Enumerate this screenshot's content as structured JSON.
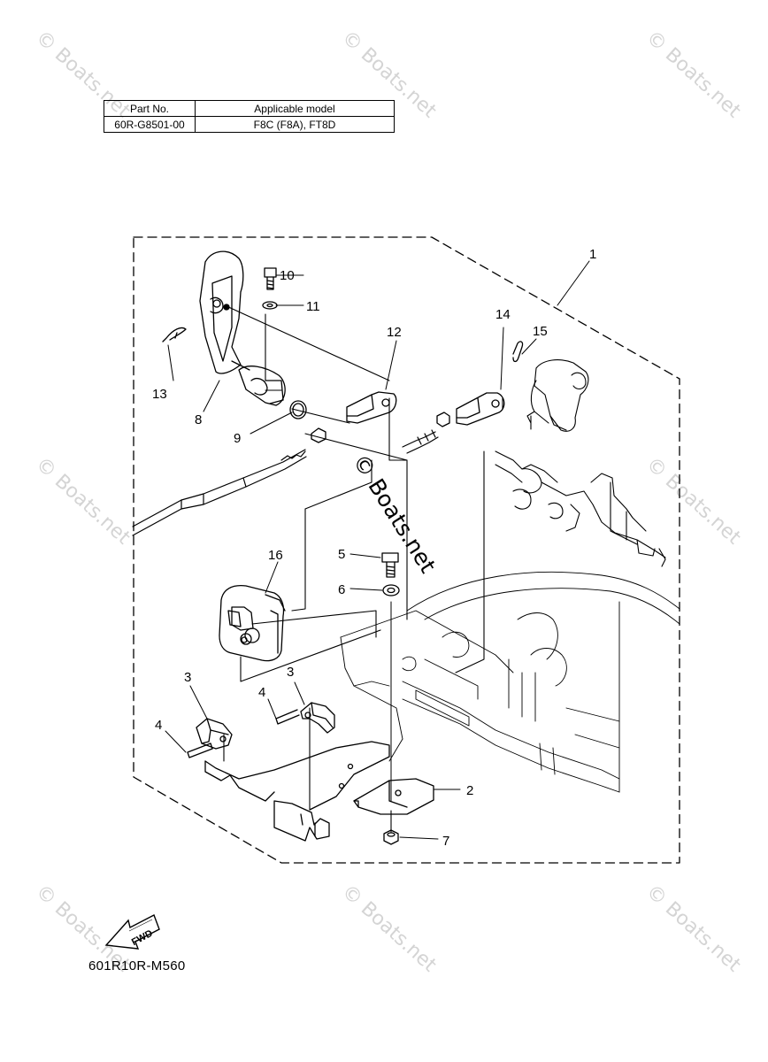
{
  "watermark": "© Boats.net",
  "center_watermark": "© Boats.net",
  "table": {
    "header": [
      "Part No.",
      "Applicable model"
    ],
    "row": [
      "60R-G8501-00",
      "F8C (F8A), FT8D"
    ]
  },
  "callouts": {
    "c1": "1",
    "c2": "2",
    "c3a": "3",
    "c3b": "3",
    "c4a": "4",
    "c4b": "4",
    "c5": "5",
    "c6": "6",
    "c7": "7",
    "c8": "8",
    "c9": "9",
    "c10": "10",
    "c11": "11",
    "c12": "12",
    "c13": "13",
    "c14": "14",
    "c15": "15",
    "c16": "16"
  },
  "fwd_label": "FWD",
  "diagram_code": "601R10R-M560"
}
